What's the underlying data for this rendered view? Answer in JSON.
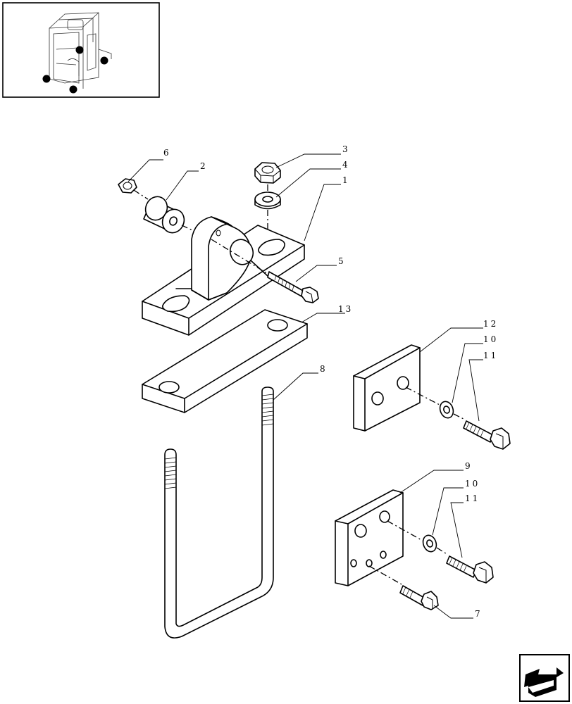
{
  "callouts": {
    "c1": "1",
    "c2": "2",
    "c3": "3",
    "c4": "4",
    "c5": "5",
    "c6": "6",
    "c7": "7",
    "c8": "8",
    "c9": "9",
    "c10a": "10",
    "c10b": "10",
    "c11a": "11",
    "c11b": "11",
    "c12": "12",
    "c13": "13"
  },
  "thumbnail": {
    "marker_color": "#000000"
  },
  "nav": {
    "icon": "arrow-prev-icon"
  }
}
